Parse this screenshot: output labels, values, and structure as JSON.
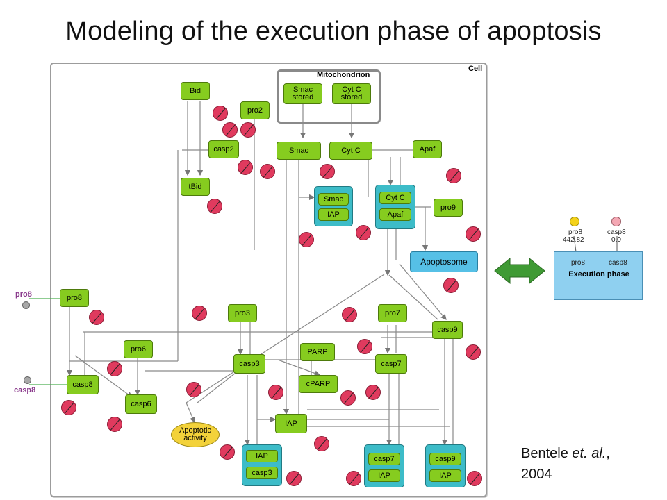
{
  "title": "Modeling of the execution phase of apoptosis",
  "compartments": {
    "cell": "Cell",
    "mitochondrion": "Mitochondrion"
  },
  "species": {
    "smac_stored": "Smac stored",
    "cytc_stored": "Cyt C stored",
    "bid": "Bid",
    "pro2": "pro2",
    "casp2": "casp2",
    "smac": "Smac",
    "cytc": "Cyt C",
    "apaf": "Apaf",
    "tbid": "tBid",
    "pro9": "pro9",
    "apoptosome": "Apoptosome",
    "pro8": "pro8",
    "pro3": "pro3",
    "pro7": "pro7",
    "casp9": "casp9",
    "pro6": "pro6",
    "parp": "PARP",
    "casp3": "casp3",
    "casp7": "casp7",
    "cparp": "cPARP",
    "casp8": "casp8",
    "casp6": "casp6",
    "iap": "IAP",
    "apoptotic_activity": "Apoptotic activity"
  },
  "complexes": {
    "smac_iap": [
      "Smac",
      "IAP"
    ],
    "cytc_apaf": [
      "Cyt C",
      "Apaf"
    ],
    "iap_casp3": [
      "IAP",
      "casp3"
    ],
    "casp7_iap": [
      "casp7",
      "IAP"
    ],
    "casp9_iap": [
      "casp9",
      "IAP"
    ]
  },
  "side_inputs": {
    "pro8": "pro8",
    "casp8": "casp8"
  },
  "module": {
    "title": "Execution phase",
    "in_left_name": "pro8",
    "in_left_value": "442.82",
    "in_right_name": "casp8",
    "in_right_value": "0.0",
    "port_left": "pro8",
    "port_right": "casp8"
  },
  "citation": {
    "authors": "Bentele",
    "etal": "et. al.",
    "year": "2004"
  },
  "colors": {
    "species": "#86cc1f",
    "complex": "#3dbcc8",
    "degradation": "#e03a5e",
    "arrow": "#3a8a2a",
    "side_label": "#8a3a8c"
  }
}
